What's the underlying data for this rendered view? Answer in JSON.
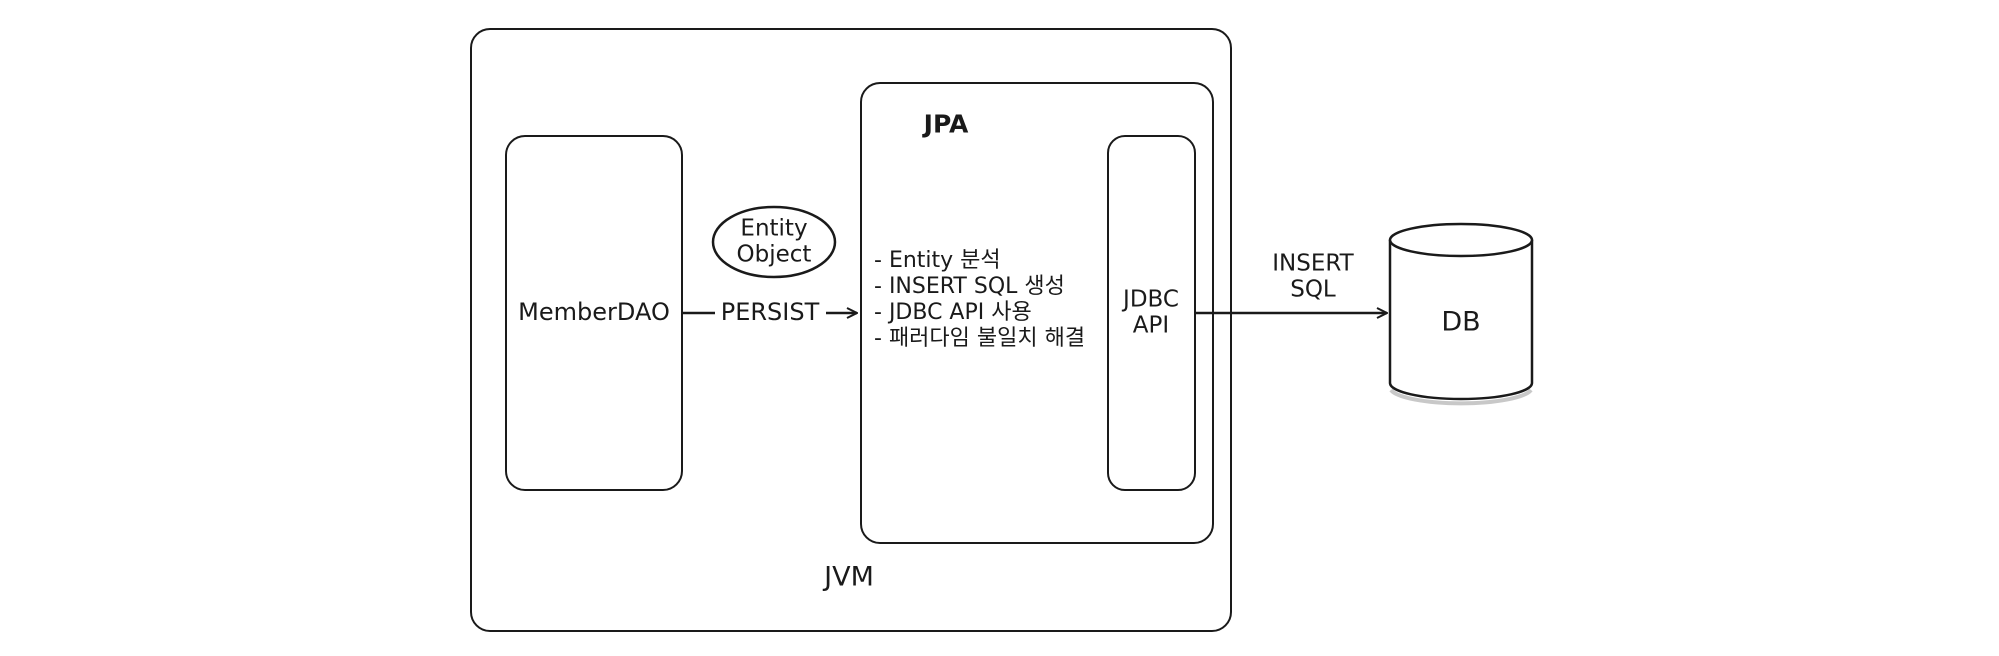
{
  "jvm": {
    "label": "JVM"
  },
  "member_dao": {
    "label": "MemberDAO"
  },
  "entity_object": {
    "label_line1": "Entity",
    "label_line2": "Object"
  },
  "persist": {
    "label": "PERSIST"
  },
  "jpa": {
    "title": "JPA",
    "tasks": [
      "Entity 분석",
      "INSERT SQL 생성",
      "JDBC API 사용",
      "패러다임 불일치 해결"
    ]
  },
  "jdbc_api": {
    "label_line1": "JDBC",
    "label_line2": "API"
  },
  "insert_sql": {
    "label_line1": "INSERT",
    "label_line2": "SQL"
  },
  "db": {
    "label": "DB"
  }
}
